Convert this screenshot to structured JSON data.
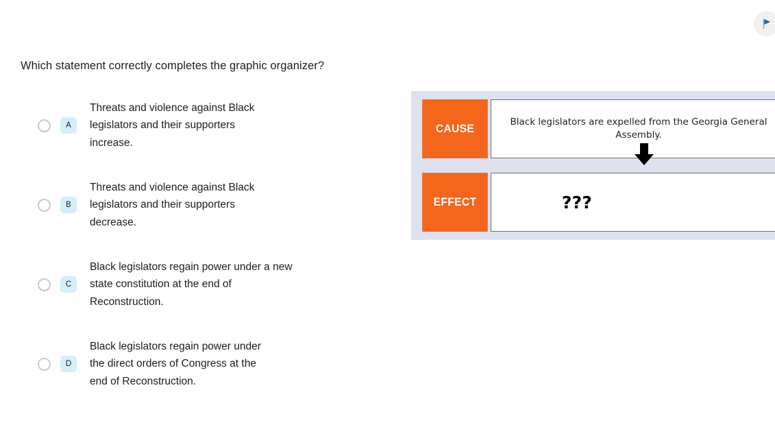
{
  "header": {
    "flag_icon": "flag-icon",
    "flag_color": "#1b68b3",
    "flag_button_bg": "#f0f0f0"
  },
  "question": {
    "prompt": "Which statement correctly completes the graphic organizer?"
  },
  "options": [
    {
      "letter": "A",
      "text": "Threats and violence against Black legislators and their supporters increase.",
      "selected": false
    },
    {
      "letter": "B",
      "text": "Threats and violence against Black legislators and their supporters decrease.",
      "selected": false
    },
    {
      "letter": "C",
      "text": "Black legislators regain power under a new state constitution at the end of Reconstruction.",
      "selected": false
    },
    {
      "letter": "D",
      "text": "Black legislators regain power under the direct orders of Congress at the end of Reconstruction.",
      "selected": false
    }
  ],
  "organizer": {
    "cause_label": "CAUSE",
    "cause_text": "Black legislators are expelled from the Georgia General Assembly.",
    "effect_label": "EFFECT",
    "effect_text": "???",
    "arrow_icon": "down-arrow-icon",
    "accent_color": "#f4661b",
    "background_color": "#dde2ee"
  },
  "theme": {
    "badge_color": "#d4eefa",
    "radio_border": "#c9c9c9",
    "text_color": "#1c1c1c"
  }
}
